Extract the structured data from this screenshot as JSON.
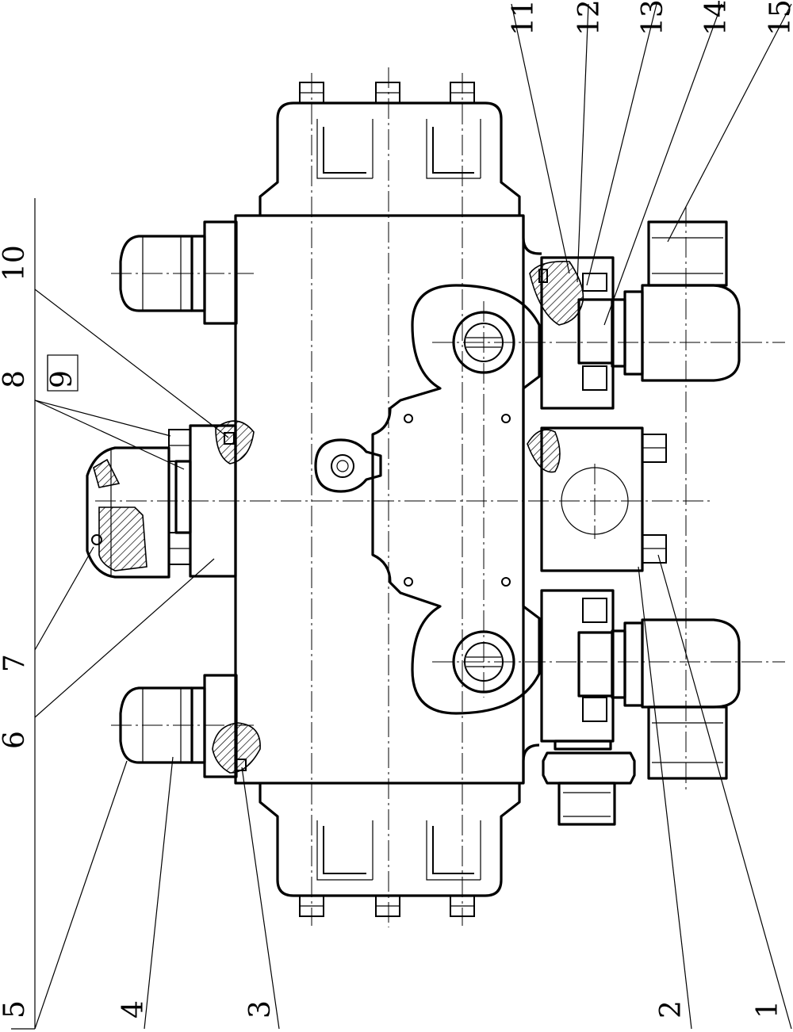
{
  "drawing": {
    "orientation": "rotated-90-ccw",
    "callouts": [
      {
        "id": "c1",
        "text": "1"
      },
      {
        "id": "c2",
        "text": "2"
      },
      {
        "id": "c3",
        "text": "3"
      },
      {
        "id": "c4",
        "text": "4"
      },
      {
        "id": "c5",
        "text": "5"
      },
      {
        "id": "c6",
        "text": "6"
      },
      {
        "id": "c7",
        "text": "7"
      },
      {
        "id": "c8",
        "text": "8"
      },
      {
        "id": "c9",
        "text": "9"
      },
      {
        "id": "c10",
        "text": "10"
      },
      {
        "id": "c11",
        "text": "11"
      },
      {
        "id": "c12",
        "text": "12"
      },
      {
        "id": "c13",
        "text": "13"
      },
      {
        "id": "c14",
        "text": "14"
      },
      {
        "id": "c15",
        "text": "15"
      }
    ]
  }
}
